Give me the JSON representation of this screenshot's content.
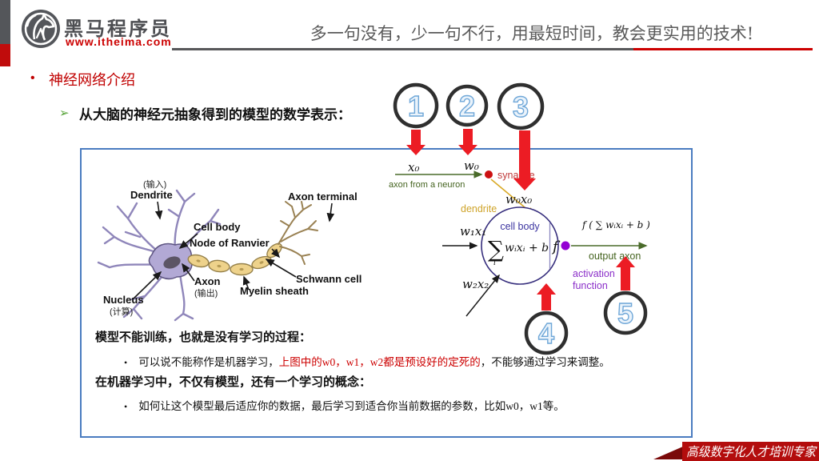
{
  "header": {
    "logo_text": "黑马程序员",
    "logo_url": "www.itheima.com",
    "slogan": "多一句没有，少一句不行，用最短时间，教会更实用的技术!"
  },
  "title": {
    "bullet": "•",
    "text": "神经网络介绍"
  },
  "subtitle": {
    "bullet": "➢",
    "text": "从大脑的神经元抽象得到的模型的数学表示："
  },
  "bio": {
    "input_cn": "(输入)",
    "dendrite": "Dendrite",
    "cell_body": "Cell body",
    "node_of_ranvier": "Node of Ranvier",
    "axon": "Axon",
    "output_cn": "(输出)",
    "nucleus": "Nucleus",
    "compute_cn": "(计算)",
    "axon_terminal": "Axon terminal",
    "schwann_cell": "Schwann cell",
    "myelin_sheath": "Myelin sheath"
  },
  "math": {
    "x0": "x₀",
    "w0": "w₀",
    "w0x0": "w₀x₀",
    "axon_from": "axon from a neuron",
    "synapse": "synapse",
    "dendrite": "dendrite",
    "cell_body": "cell body",
    "sigma": "∑",
    "sum_sub": "i",
    "sum_terms": "wᵢxᵢ + b",
    "f": "f",
    "out_formula": "f ( ∑ wᵢxᵢ + b )",
    "output_axon": "output axon",
    "activation_line1": "activation",
    "activation_line2": "function",
    "w1x1": "w₁x₁",
    "w2x2": "w₂x₂"
  },
  "callouts": [
    "1",
    "2",
    "3",
    "4",
    "5"
  ],
  "notes": {
    "bullet_glyph": "•",
    "heading1": "模型不能训练，也就是没有学习的过程：",
    "bullet1_pre": "可以说不能称作是机器学习，",
    "bullet1_red": "上图中的w0，w1，w2都是预设好的定死的",
    "bullet1_post": "，不能够通过学习来调整。",
    "heading2": "在机器学习中，不仅有模型，还有一个学习的概念：",
    "bullet2": "如何让这个模型最后适应你的数据，最后学习到适合你当前数据的参数，比如w0，w1等。"
  },
  "footer": {
    "banner": "高级数字化人才培训专家"
  },
  "colors": {
    "brand_red": "#c00000",
    "box_border_blue": "#4a7cc0",
    "arrow_red": "#ec1c24",
    "callout_number_blue": "#6fa7d8",
    "accent_gray": "#54565a"
  }
}
